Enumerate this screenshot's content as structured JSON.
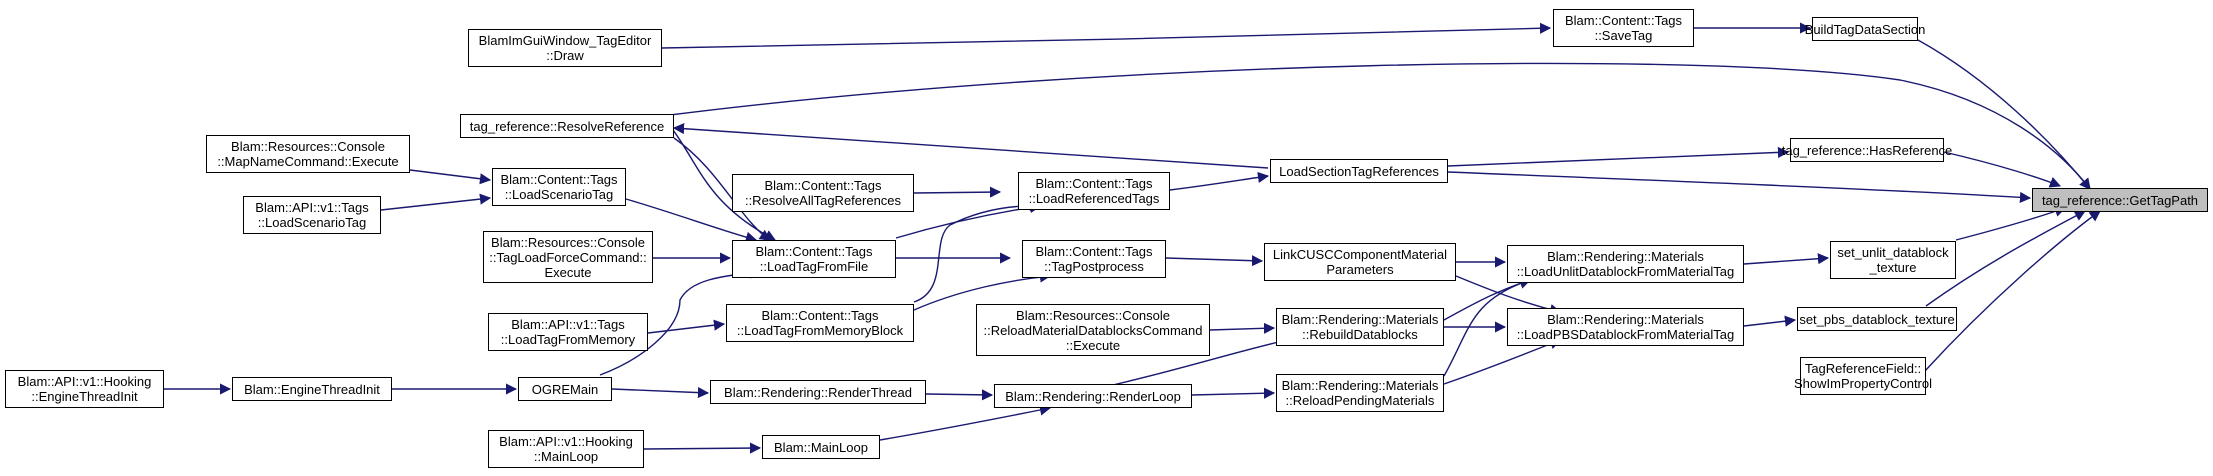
{
  "graph": {
    "edge_color": "#191970",
    "target_fill": "#bfbfbf",
    "nodes": {
      "get_tag_path": "tag_reference::GetTagPath",
      "build_tag_data_section": "BuildTagDataSection",
      "has_reference": "tag_reference::HasReference",
      "set_unlit": "set_unlit_datablock\n_texture",
      "set_pbs": "set_pbs_datablock_texture",
      "show_im_property": "TagReferenceField::\nShowImPropertyControl",
      "save_tag": "Blam::Content::Tags\n::SaveTag",
      "tag_editor_draw": "BlamImGuiWindow_TagEditor\n::Draw",
      "resolve_reference": "tag_reference::ResolveReference",
      "load_section_tag_refs": "LoadSectionTagReferences",
      "load_unlit": "Blam::Rendering::Materials\n::LoadUnlitDatablockFromMaterialTag",
      "load_pbs": "Blam::Rendering::Materials\n::LoadPBSDatablockFromMaterialTag",
      "link_cusc": "LinkCUSCComponentMaterial\nParameters",
      "rebuild_datablocks": "Blam::Rendering::Materials\n::RebuildDatablocks",
      "reload_pending": "Blam::Rendering::Materials\n::ReloadPendingMaterials",
      "load_referenced_tags": "Blam::Content::Tags\n::LoadReferencedTags",
      "tag_postprocess": "Blam::Content::Tags\n::TagPostprocess",
      "reload_material_cmd": "Blam::Resources::Console\n::ReloadMaterialDatablocksCommand\n::Execute",
      "render_loop": "Blam::Rendering::RenderLoop",
      "resolve_all_tag_refs": "Blam::Content::Tags\n::ResolveAllTagReferences",
      "load_tag_from_file": "Blam::Content::Tags\n::LoadTagFromFile",
      "load_tag_from_memory_block": "Blam::Content::Tags\n::LoadTagFromMemoryBlock",
      "render_thread": "Blam::Rendering::RenderThread",
      "main_loop": "Blam::MainLoop",
      "load_scenario_tag": "Blam::Content::Tags\n::LoadScenarioTag",
      "map_name_cmd": "Blam::Resources::Console\n::MapNameCommand::Execute",
      "api_load_scenario_tag": "Blam::API::v1::Tags\n::LoadScenarioTag",
      "tag_load_force_cmd": "Blam::Resources::Console\n::TagLoadForceCommand::\nExecute",
      "api_load_tag_from_memory": "Blam::API::v1::Tags\n::LoadTagFromMemory",
      "ogre_main": "OGREMain",
      "engine_thread_init": "Blam::EngineThreadInit",
      "hooking_engine_thread_init": "Blam::API::v1::Hooking\n::EngineThreadInit",
      "hooking_main_loop": "Blam::API::v1::Hooking\n::MainLoop"
    }
  }
}
